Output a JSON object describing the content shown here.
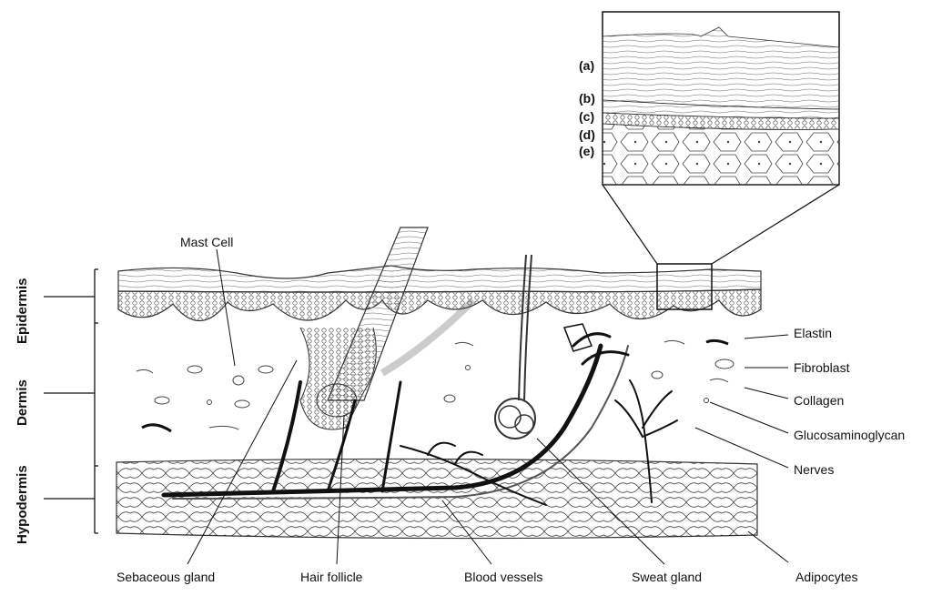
{
  "layers": {
    "epidermis": "Epidermis",
    "dermis": "Dermis",
    "hypodermis": "Hypodermis"
  },
  "inset_layers": [
    "(a)",
    "(b)",
    "(c)",
    "(d)",
    "(e)"
  ],
  "labels": {
    "mast_cell": "Mast Cell",
    "elastin": "Elastin",
    "fibroblast": "Fibroblast",
    "collagen": "Collagen",
    "glucosaminoglycan": "Glucosaminoglycan",
    "nerves": "Nerves",
    "sebaceous_gland": "Sebaceous gland",
    "hair_follicle": "Hair follicle",
    "blood_vessels": "Blood vessels",
    "sweat_gland": "Sweat gland",
    "adipocytes": "Adipocytes"
  }
}
